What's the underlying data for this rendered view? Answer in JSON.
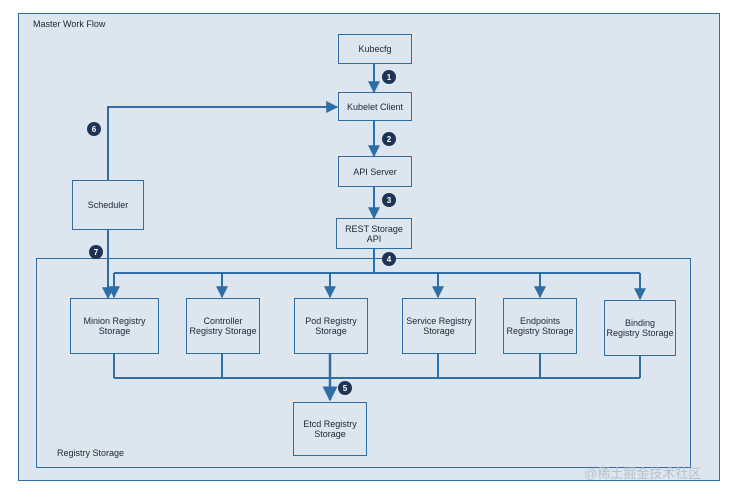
{
  "frames": {
    "master": "Master Work Flow",
    "registry": "Registry Storage"
  },
  "nodes": {
    "kubecfg": "Kubecfg",
    "kubelet": "Kubelet Client",
    "api": "API Server",
    "rest": "REST Storage\nAPI",
    "scheduler": "Scheduler",
    "minion": "Minion Registry\nStorage",
    "controller": "Controller\nRegistry Storage",
    "pod": "Pod Registry\nStorage",
    "service": "Service Registry\nStorage",
    "endpoints": "Endpoints\nRegistry Storage",
    "binding": "Binding\nRegistry Storage",
    "etcd": "Etcd Registry\nStorage"
  },
  "steps": [
    "1",
    "2",
    "3",
    "4",
    "5",
    "6",
    "7"
  ],
  "watermark": "@稀土掘金技术社区",
  "colors": {
    "line": "#2f6ea5",
    "fill": "#dde6ef",
    "badge": "#1f3354"
  }
}
